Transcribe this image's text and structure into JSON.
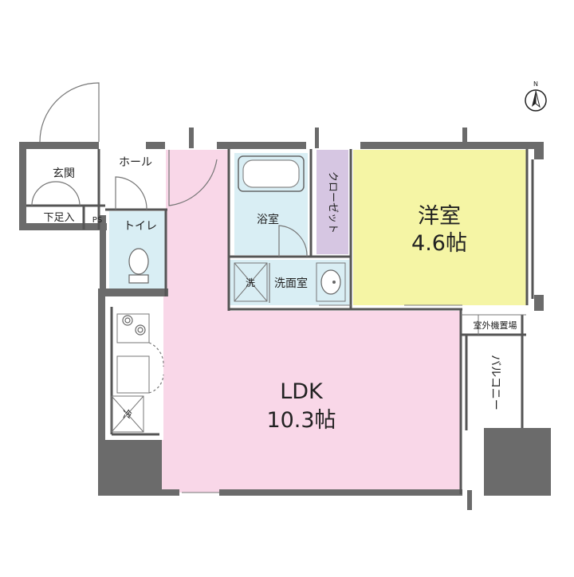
{
  "plan": {
    "rooms": {
      "genkan": "玄関",
      "hall": "ホール",
      "shoe_storage": "下足入",
      "ps": "PS",
      "toilet": "トイレ",
      "bath": "浴室",
      "closet": "クローゼット",
      "western_name": "洋室",
      "western_size": "4.6帖",
      "washroom": "洗面室",
      "washer_mark": "洗",
      "outdoor_unit": "室外機置場",
      "balcony": "バルコニー",
      "ldk_name": "LDK",
      "ldk_size": "10.3帖",
      "fridge_mark": "冷"
    },
    "compass": "N"
  },
  "colors": {
    "ldk": "#f9d7e8",
    "western": "#f5f5a5",
    "wet": "#d9eef4",
    "closet": "#d6c6e2",
    "wall": "#6b6b6b",
    "line": "#555555"
  }
}
